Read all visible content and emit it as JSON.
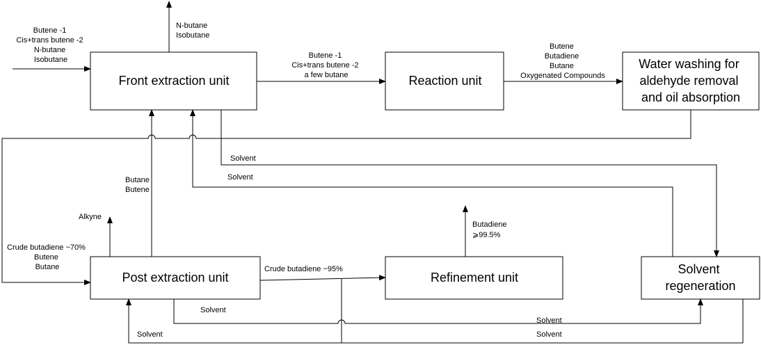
{
  "boxes": {
    "front_extraction": "Front extraction unit",
    "reaction": "Reaction unit",
    "water_washing": [
      "Water washing for",
      "aldehyde removal",
      "and oil absorption"
    ],
    "post_extraction": "Post extraction unit",
    "refinement": "Refinement unit",
    "solvent_regeneration": [
      "Solvent",
      "regeneration"
    ]
  },
  "labels": {
    "feed": [
      "Butene -1",
      "Cis+trans butene -2",
      "N-butane",
      "Isobutane"
    ],
    "front_top_out": [
      "N-butane",
      "Isobutane"
    ],
    "front_to_reaction": [
      "Butene -1",
      "Cis+trans butene -2",
      "a few butane"
    ],
    "reaction_to_washing": [
      "Butene",
      "Butadiene",
      "Butane",
      "Oxygenated Compounds"
    ],
    "solvent_upper": "Solvent",
    "solvent_return": "Solvent",
    "butane_butene": [
      "Butane",
      "Butene"
    ],
    "alkyne": "Alkyne",
    "crude_70": [
      "Crude butadiene ~70%",
      "Butene",
      "Butane"
    ],
    "crude_95": "Crude butadiene ~95%",
    "butadiene_out": [
      "Butadiene",
      "⩾99.5%"
    ],
    "solvent_post_out": "Solvent",
    "solvent_to_regen": "Solvent",
    "solvent_regen_bottom": "Solvent",
    "solvent_post_in": "Solvent"
  }
}
